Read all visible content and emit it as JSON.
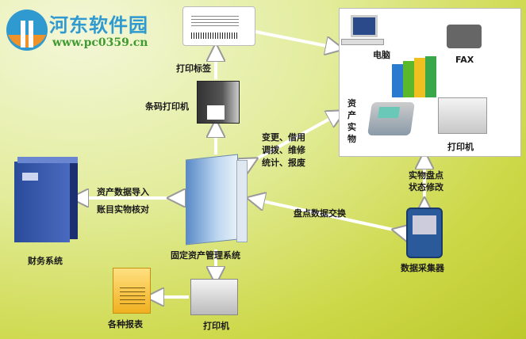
{
  "logo": {
    "title": "河东软件园",
    "url": "www.pc0359.cn"
  },
  "labels": {
    "print_label": "打印标签",
    "barcode_printer": "条码打印机",
    "computer": "电脑",
    "fax": "FAX",
    "asset_items": "资产实物",
    "printer_right": "打印机",
    "change_ops": [
      "变更、借用",
      "调拨、维修",
      "统计、报废"
    ],
    "inventory_status": [
      "实物盘点",
      "状态修改"
    ],
    "inventory_exchange": "盘点数据交换",
    "data_collector": "数据采集器",
    "asset_import": "资产数据导入",
    "account_check": "账目实物核对",
    "finance_system": "财务系统",
    "fixed_asset_system": "固定资产管理系统",
    "printer_bottom": "打印机",
    "reports": "各种报表"
  },
  "colors": {
    "background": "#d6df5c",
    "logo_blue": "#2f9ad0",
    "logo_green": "#3f9a2f"
  }
}
